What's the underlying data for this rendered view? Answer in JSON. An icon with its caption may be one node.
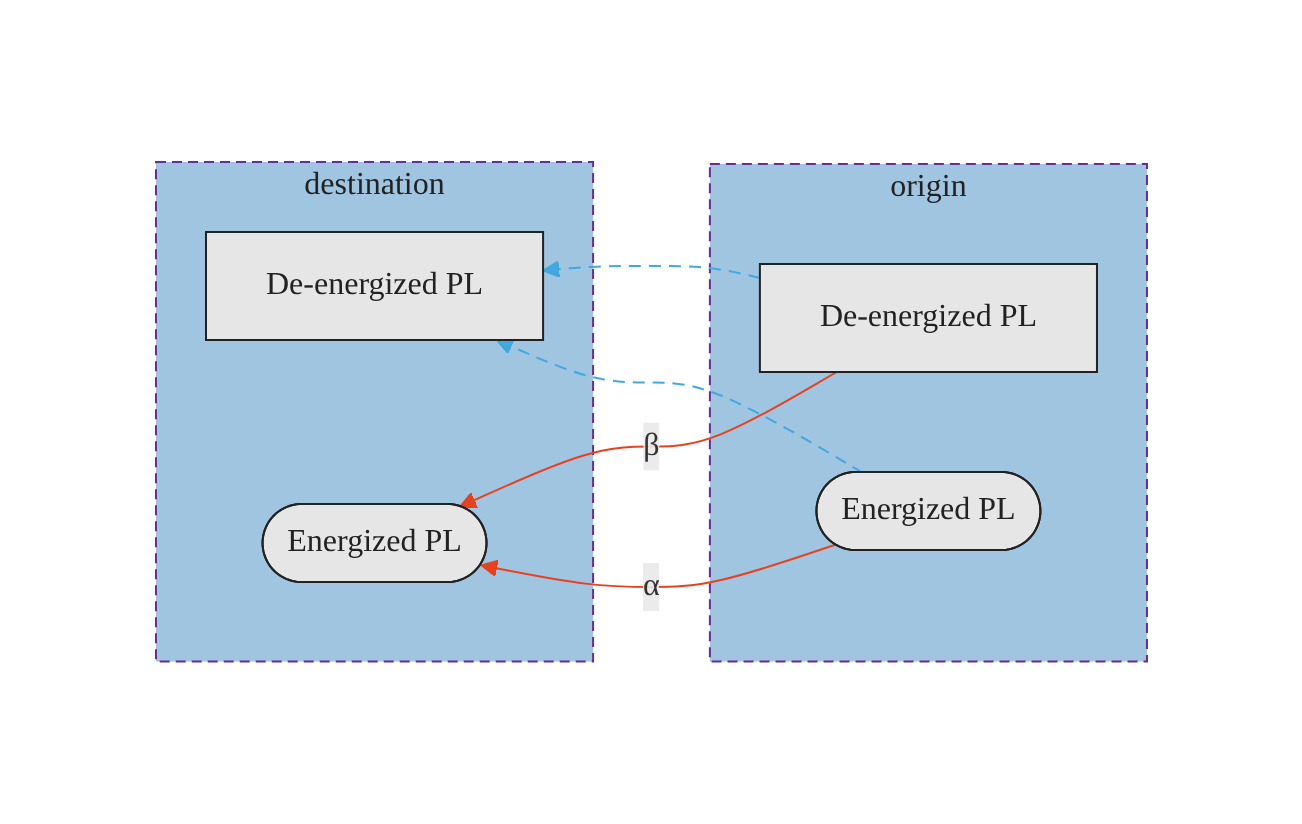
{
  "diagram": {
    "nodes": [
      {
        "text": [
          "destination"
        ]
      },
      {
        "text": [
          "De-energized PL"
        ],
        "in": 0
      },
      {
        "text": [
          "Energized PL"
        ],
        "in": 0
      },
      {
        "text": [
          "origin"
        ]
      },
      {
        "text": [
          "De-energized PL"
        ],
        "in": 3
      },
      {
        "text": [
          "Energized PL"
        ],
        "in": 3
      }
    ],
    "edges": [
      {
        "from": 4,
        "to": 1,
        "arrow": "to",
        "style": "dashed",
        "color": "#3fa9e0"
      },
      {
        "from": 5,
        "to": 1,
        "arrow": "to",
        "style": "dashed",
        "color": "#3fa9e0"
      },
      {
        "from": 4,
        "to": 2,
        "arrow": "to",
        "label": "β",
        "color": "#e8411e"
      },
      {
        "from": 5,
        "to": 2,
        "arrow": "to",
        "label": "α",
        "color": "#e8411e"
      }
    ]
  }
}
